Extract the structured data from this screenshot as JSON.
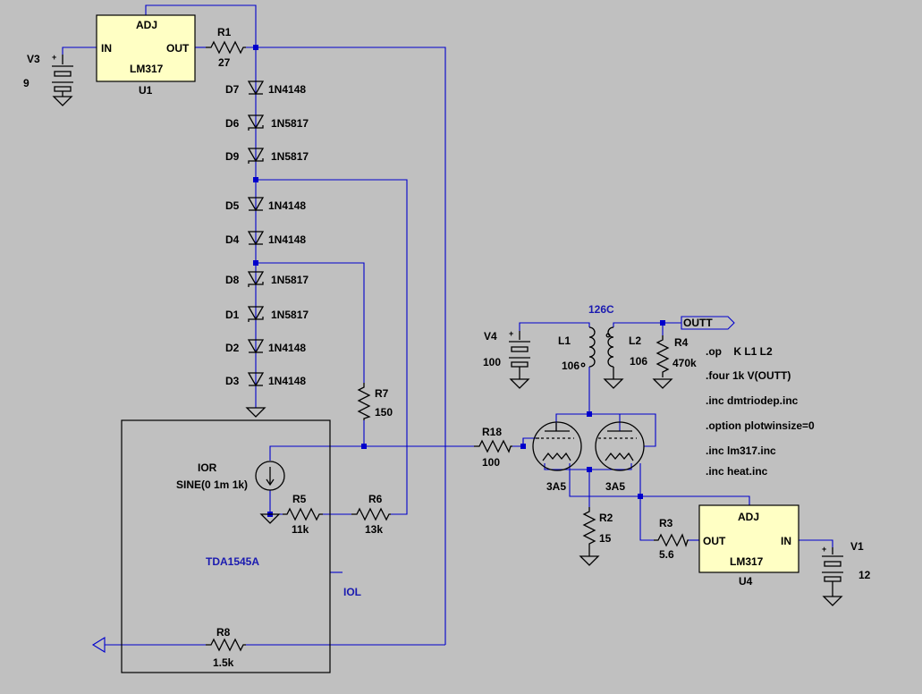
{
  "colors": {
    "background": "#c0c0c0",
    "wire": "#0000cc",
    "component": "#000000",
    "ic_fill": "#ffffc4",
    "label_blue": "#1a1ab0"
  },
  "u1": {
    "ref": "U1",
    "part": "LM317",
    "pin_adj": "ADJ",
    "pin_in": "IN",
    "pin_out": "OUT"
  },
  "u4": {
    "ref": "U4",
    "part": "LM317",
    "pin_adj": "ADJ",
    "pin_in": "IN",
    "pin_out": "OUT"
  },
  "v3": {
    "ref": "V3",
    "value": "9"
  },
  "v1": {
    "ref": "V1",
    "value": "12"
  },
  "v4": {
    "ref": "V4",
    "value": "100"
  },
  "r1": {
    "ref": "R1",
    "value": "27"
  },
  "r2": {
    "ref": "R2",
    "value": "15"
  },
  "r3": {
    "ref": "R3",
    "value": "5.6"
  },
  "r4": {
    "ref": "R4",
    "value": "470k"
  },
  "r5": {
    "ref": "R5",
    "value": "11k"
  },
  "r6": {
    "ref": "R6",
    "value": "13k"
  },
  "r7": {
    "ref": "R7",
    "value": "150"
  },
  "r8": {
    "ref": "R8",
    "value": "1.5k"
  },
  "r18": {
    "ref": "R18",
    "value": "100"
  },
  "l1": {
    "ref": "L1",
    "value": "106"
  },
  "l2": {
    "ref": "L2",
    "value": "106"
  },
  "transformer_label": "126C",
  "out_flag": "OUTT",
  "tube_part": "3A5",
  "ior": {
    "ref": "IOR",
    "value": "SINE(0 1m 1k)"
  },
  "ic_block": {
    "label": "TDA1545A",
    "pin": "IOL"
  },
  "diodes": [
    {
      "ref": "D7",
      "part": "1N4148",
      "type": "std"
    },
    {
      "ref": "D6",
      "part": "1N5817",
      "type": "schottky"
    },
    {
      "ref": "D9",
      "part": "1N5817",
      "type": "schottky"
    },
    {
      "ref": "D5",
      "part": "1N4148",
      "type": "std"
    },
    {
      "ref": "D4",
      "part": "1N4148",
      "type": "std"
    },
    {
      "ref": "D8",
      "part": "1N5817",
      "type": "schottky"
    },
    {
      "ref": "D1",
      "part": "1N5817",
      "type": "schottky"
    },
    {
      "ref": "D2",
      "part": "1N4148",
      "type": "std"
    },
    {
      "ref": "D3",
      "part": "1N4148",
      "type": "std"
    }
  ],
  "directives": [
    ".op    K L1 L2",
    ".four 1k V(OUTT)",
    ".inc dmtriodep.inc",
    ".option plotwinsize=0",
    ".inc lm317.inc",
    ".inc heat.inc"
  ]
}
